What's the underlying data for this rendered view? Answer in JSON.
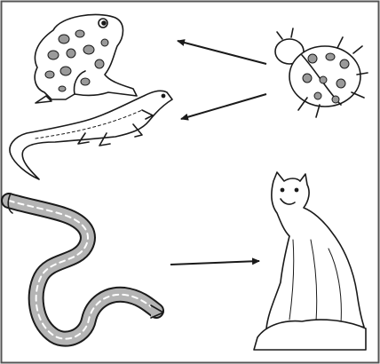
{
  "diagram": {
    "organisms": [
      {
        "id": "frog",
        "icon": "frog-icon"
      },
      {
        "id": "ladybug",
        "icon": "ladybug-icon"
      },
      {
        "id": "lizard",
        "icon": "lizard-icon"
      },
      {
        "id": "snake",
        "icon": "snake-icon"
      },
      {
        "id": "cougar",
        "icon": "cougar-icon"
      }
    ],
    "links": [
      {
        "from": "ladybug",
        "to": "frog"
      },
      {
        "from": "ladybug",
        "to": "lizard"
      },
      {
        "from": "snake",
        "to": "cougar"
      }
    ],
    "colors": {
      "line": "#1a1a1a",
      "frame": "#555555",
      "spots": "#9a9a9a",
      "background": "#ffffff"
    }
  }
}
